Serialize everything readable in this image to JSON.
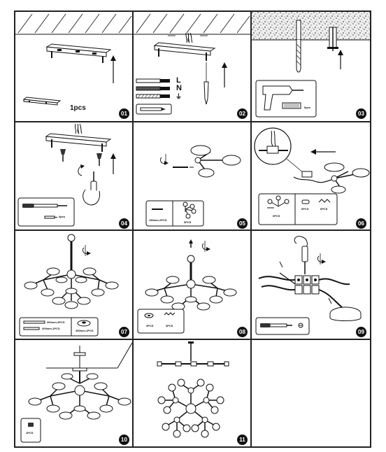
{
  "steps": [
    {
      "number": "01",
      "qty_label": "1pcs"
    },
    {
      "number": "02",
      "wire_labels": [
        "L",
        "N",
        "⏚"
      ]
    },
    {
      "number": "03",
      "box_label": "6pcs"
    },
    {
      "number": "04",
      "box_label": "6pcs"
    },
    {
      "number": "05",
      "box_labels": [
        "150mm-2PCS",
        "6PCS"
      ]
    },
    {
      "number": "06",
      "box_labels": [
        "6PCS",
        "6PCS",
        "6PCS"
      ]
    },
    {
      "number": "07",
      "box_labels": [
        "300mm-3PCS",
        "200mm-1PCS",
        "450mm-1PCS"
      ]
    },
    {
      "number": "08",
      "box_labels": [
        "3PCS",
        "3PCS"
      ]
    },
    {
      "number": "09"
    },
    {
      "number": "10",
      "box_label": "1PCS"
    },
    {
      "number": "11"
    }
  ]
}
